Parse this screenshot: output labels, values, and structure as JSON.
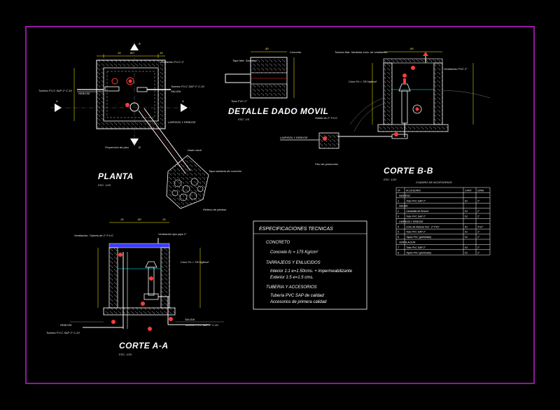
{
  "views": {
    "planta": {
      "title": "PLANTA",
      "scale": "ESC. 1/20"
    },
    "detalle": {
      "title": "DETALLE DADO MOVIL",
      "scale": "ESC. 1/5"
    },
    "corte_bb": {
      "title": "CORTE B-B",
      "scale": "ESC. 1/20"
    },
    "corte_aa": {
      "title": "CORTE A-A",
      "scale": "ESC. 1/20"
    }
  },
  "section_marks": {
    "a": "A",
    "b": "B"
  },
  "dimensions": {
    "planta_top": [
      "15",
      ".80",
      "15"
    ],
    "corte_aa_top": [
      "15",
      ".80",
      "15"
    ],
    "corte_bb_top": [
      ".50"
    ],
    "detalle_top": [
      ".50"
    ]
  },
  "annotations": {
    "ventilacion_planta": "Ventilación P.V.C 2\"",
    "rebose": "REBOSE",
    "salida": "SALIDA",
    "tuberia_rebose": "Tubería P.V.C SAP 2\" C-10",
    "limpieza": "LIMPIEZA Y REBOSE",
    "proyeccion": "Proyección de piso",
    "relleno_piedras": "Relleno de piedras",
    "dado_movil": "Dado movil",
    "tubo_pvc": "Tubo PVC 2\"",
    "tapa": "Tapa sanitaria de concreto",
    "tapa_metal": "Tapa Met. Sanitaria",
    "concreto": "Concreto",
    "piso_prot": "Piso de protección",
    "tuberia_ventilacion": "Tubería Mat. Sanitaria Inclu. de ventilación",
    "ventilacion_bb": "Ventilación PVC 2\"",
    "cono_rebose": "Cono Fo = 7/8 Hgforaf",
    "salida_pvc": "Salida de 2\" P.V.C",
    "corte_aa_left": "Ventilación, Tuberia de 2\" P.V.C",
    "corte_aa_right": "Ventilación tipo pipa 2\"",
    "cono_aa": "Cono Fo = 7/8 Hgforaf",
    "rebose_aa": "REBOSE",
    "tuberia_aa": "Tubería P.V.C SAP 2\" C-10",
    "salida_aa": "SALIDA",
    "tuberia_aa_right": "Tubería P.V.C SAP 2\" C-10"
  },
  "specs": {
    "heading": "ESPECIFICACIONES TECNICAS",
    "concreto_h": "CONCRETO",
    "concreto_v": "Concreto fc = 175 Kg/cm²",
    "tarrajeo_h": "TARRAJEOS Y ENLUCIDOS",
    "tarrajeo_1": "Interior 1:1 e=1.50cms. + impermeabilizante",
    "tarrajeo_2": "Exterior 1:5 e=1.5 cms.",
    "tuberia_h": "TUBERIA Y ACCESORIOS",
    "tuberia_1": "Tubería PVC SAP de calidad",
    "tuberia_2": "Accesorios de primera calidad"
  },
  "table": {
    "title": "CUADRO DE ACCESORIOS",
    "headers": [
      "Nº",
      "ACCESORIO",
      "CANT.",
      "DIAM."
    ],
    "groups": [
      {
        "name": "INGRESO",
        "rows": [
          [
            "1",
            "Tubo PVC SAP 2\"",
            "01",
            "2\""
          ]
        ]
      },
      {
        "name": "SALIDA",
        "rows": [
          [
            "2",
            "Canastilla de Bronce",
            "01",
            "2\""
          ],
          [
            "3",
            "Tubo PVC SAP 2\"",
            "01",
            "2\""
          ]
        ]
      },
      {
        "name": "LIMPIEZA Y REBOSE",
        "rows": [
          [
            "4",
            "Cono de Rebose 4x2 - 2\" PVC",
            "01",
            "4\"x2\""
          ],
          [
            "5",
            "Tubo PVC SAP 2\"",
            "01",
            "2\""
          ],
          [
            "6",
            "Tapon PVC (perforado)",
            "01",
            "2\""
          ]
        ]
      },
      {
        "name": "VENTILACION",
        "rows": [
          [
            "7",
            "Tubo PVC SAP 2\"",
            "01",
            "2\""
          ],
          [
            "8",
            "Tapón PVC (perforado)",
            "01",
            "2\""
          ]
        ]
      }
    ]
  },
  "colors": {
    "frame": "#c21fd6",
    "structure": "#ffffff",
    "pipe": "#ff3b3b",
    "dimension": "#ffff00",
    "water": "#00ffff",
    "slab": "#3b3bff",
    "concrete": "#9a9a9a"
  }
}
